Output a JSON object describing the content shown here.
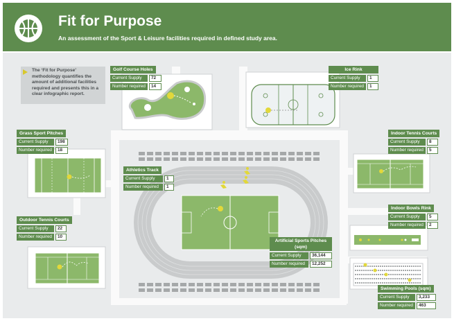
{
  "header": {
    "title": "Fit for Purpose",
    "subtitle": "An assessment of the Sport & Leisure facilities required in defined study area.",
    "logo_icon": "basketball-icon"
  },
  "intro": {
    "text": "The ‘Fit for Purpose’ methodology quantifies the amount of additional facilities required and presents this in a clear infographic report."
  },
  "labels": {
    "supply": "Current Supply",
    "required": "Number required"
  },
  "facilities": {
    "golf": {
      "title": "Golf Course Holes",
      "supply": "72",
      "required": "14"
    },
    "ice": {
      "title": "Ice Rink",
      "supply": "1",
      "required": "1"
    },
    "grass": {
      "title": "Grass Sport Pitches",
      "supply": "198",
      "required": "18"
    },
    "athletics": {
      "title": "Athletics Track",
      "supply": "1",
      "required": "1"
    },
    "indoor_tennis": {
      "title": "Indoor Tennis Courts",
      "supply": "8",
      "required": "5"
    },
    "outdoor_tennis": {
      "title": "Outdoor Tennis Courts",
      "supply": "22",
      "required": "10"
    },
    "bowls": {
      "title": "Indoor Bowls Rink",
      "supply": "5",
      "required": "2"
    },
    "artificial": {
      "title": "Artificial Sports Pitches (sqm)",
      "supply": "36,144",
      "required": "12,252"
    },
    "swimming": {
      "title": "Swimming Pools (sqm)",
      "supply": "3,233",
      "required": "463"
    }
  },
  "colors": {
    "brand_green": "#5e8c4e",
    "field_green": "#8cb86a",
    "accent_yellow": "#e2d83a",
    "background_grey": "#e9ebec",
    "track_grey": "#c9cbcc"
  }
}
